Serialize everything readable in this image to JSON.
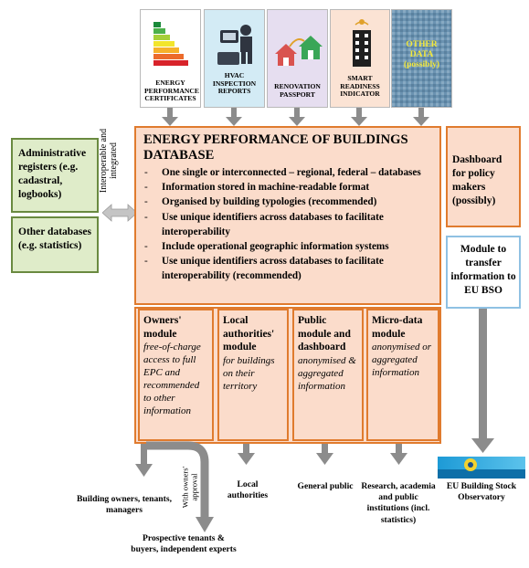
{
  "sources": [
    {
      "label": "ENERGY PERFORMANCE CERTIFICATES",
      "icon": "energy-rating-icon"
    },
    {
      "label": "HVAC INSPECTION REPORTS",
      "icon": "hvac-inspector-icon"
    },
    {
      "label": "RENOVATION PASSPORT",
      "icon": "houses-icon"
    },
    {
      "label": "SMART READINESS INDICATOR",
      "icon": "smart-building-icon"
    },
    {
      "label": "OTHER DATA (possibly)",
      "icon": "data-pattern-icon"
    }
  ],
  "left": {
    "admin": "Administrative registers (e.g. cadastral, logbooks)",
    "other": "Other databases (e.g. statistics)",
    "interop": "Interoperable and integrated"
  },
  "database": {
    "title": "ENERGY PERFORMANCE OF BUILDINGS DATABASE",
    "items": [
      "One single or interconnected – regional, federal – databases",
      "Information stored in machine-readable format",
      "Organised by building typologies (recommended)",
      "Use unique identifiers across databases to facilitate interoperability",
      "Include operational geographic information systems",
      "Use unique identifiers across databases to facilitate interoperability (recommended)"
    ]
  },
  "modules": [
    {
      "title": "Owners' module",
      "desc": "free-of-charge access to full EPC and recommended to other information"
    },
    {
      "title": "Local authorities' module",
      "desc": "for buildings on their territory"
    },
    {
      "title": "Public module and dashboard",
      "desc": "anonymised & aggregated information"
    },
    {
      "title": "Micro-data module",
      "desc": "anonymised or aggregated information"
    }
  ],
  "right": {
    "dashboard": "Dashboard for policy makers (possibly)",
    "transfer": "Module to transfer information to EU BSO"
  },
  "outputs": {
    "owners": "Building owners, tenants, managers",
    "approval": "With owners' approval",
    "prospective": "Prospective tenants & buyers, independent experts",
    "local": "Local authorities",
    "public": "General public",
    "research": "Research, academia and public institutions (incl. statistics)",
    "bso": "EU Building Stock Observatory"
  },
  "colors": {
    "orange_border": "#e07b2e",
    "orange_fill": "#fbdccb",
    "green_border": "#6a8a40",
    "green_fill": "#dfecc9",
    "blue_border": "#8fc1e3",
    "arrow_gray": "#8c8c8c"
  }
}
